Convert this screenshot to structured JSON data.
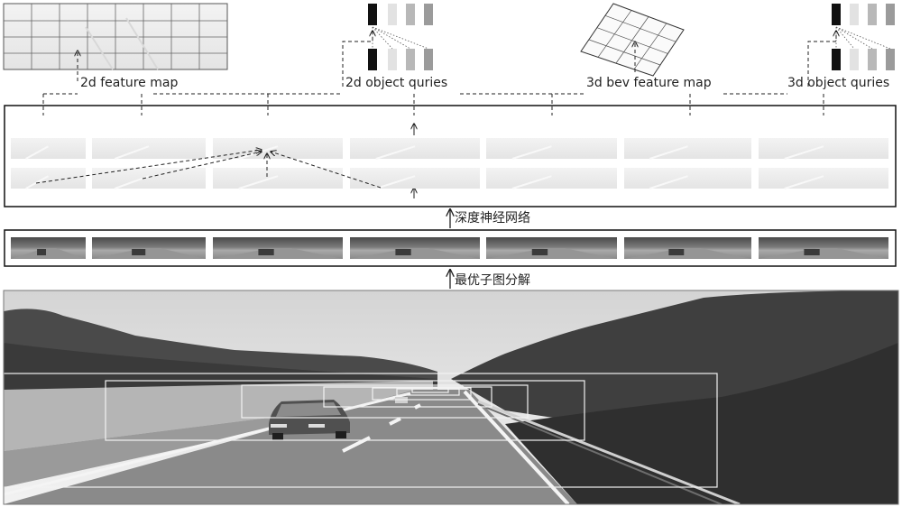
{
  "labels": {
    "feature_map_2d": "2d feature map",
    "object_queries_2d": "2d object quries",
    "bev_feature_map_3d": "3d bev feature map",
    "object_queries_3d": "3d object quries",
    "deep_network": "深度神经网络",
    "optimal_decomposition": "最优子图分解"
  },
  "crops_count_per_row": 7,
  "colors": {
    "line": "#222222",
    "frame": "#111111",
    "sky": "#ececec",
    "road": "#8a8a8a",
    "trees": "#3f3f3f",
    "field": "#b5b5b5",
    "feature_fill": "#eeeeee",
    "query_black": "#111111",
    "query_light": "#e2e2e2",
    "query_mid": "#b8b8b8",
    "query_dark": "#9b9b9b"
  }
}
